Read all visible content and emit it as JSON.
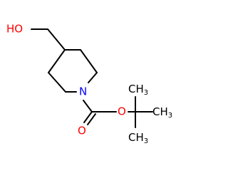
{
  "molecule": {
    "colors": {
      "bond": "#000000",
      "oxygen": "#ff0000",
      "nitrogen": "#0000ff",
      "carbon": "#000000"
    },
    "labels": {
      "hydroxyl": "HO",
      "ring_nitrogen": "N",
      "carbonyl_oxygen": "O",
      "ester_oxygen": "O",
      "methyl_top": "CH",
      "methyl_top_sub": "3",
      "methyl_right": "CH",
      "methyl_right_sub": "3",
      "methyl_bottom": "CH",
      "methyl_bottom_sub": "3"
    }
  }
}
